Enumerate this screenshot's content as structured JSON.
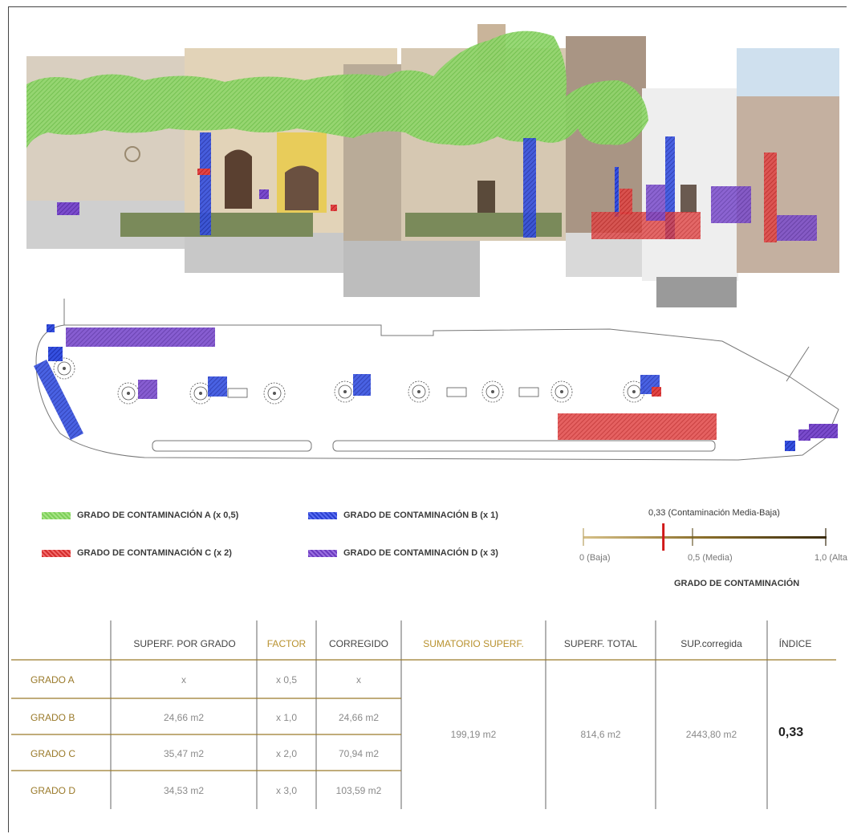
{
  "colors": {
    "grado_a": "#7dcf5a",
    "grado_b": "#2a3fd0",
    "grado_c": "#d42d2d",
    "grado_d": "#6b3bbf",
    "gold": "#b8912e"
  },
  "legend": {
    "a": "GRADO DE CONTAMINACIÓN  A (x 0,5)",
    "b": "GRADO DE CONTAMINACIÓN  B (x 1)",
    "c": "GRADO DE CONTAMINACIÓN  C (x 2)",
    "d": "GRADO DE CONTAMINACIÓN  D (x 3)"
  },
  "scale": {
    "marker_value": 0.33,
    "marker_label": "0,33  (Contaminación Media-Baja)",
    "low": "0 (Baja)",
    "mid": "0,5 (Media)",
    "high": "1,0 (Alta",
    "title": "GRADO DE CONTAMINACIÓN"
  },
  "table": {
    "headers": {
      "superf": "SUPERF. POR GRADO",
      "factor": "FACTOR",
      "corregido": "CORREGIDO",
      "sumatorio": "SUMATORIO SUPERF.",
      "total": "SUPERF. TOTAL",
      "supcorr": "SUP.corregida",
      "indice": "ÍNDICE"
    },
    "rows": [
      {
        "grado": "GRADO A",
        "superf": "x",
        "factor": "x 0,5",
        "corregido": "x"
      },
      {
        "grado": "GRADO B",
        "superf": "24,66 m2",
        "factor": "x 1,0",
        "corregido": "24,66 m2"
      },
      {
        "grado": "GRADO C",
        "superf": "35,47 m2",
        "factor": "x 2,0",
        "corregido": "70,94 m2"
      },
      {
        "grado": "GRADO D",
        "superf": "34,53 m2",
        "factor": "x 3,0",
        "corregido": "103,59 m2"
      }
    ],
    "sumatorio": "199,19 m2",
    "total": "814,6 m2",
    "supcorr": "2443,80 m2",
    "indice": "0,33"
  }
}
